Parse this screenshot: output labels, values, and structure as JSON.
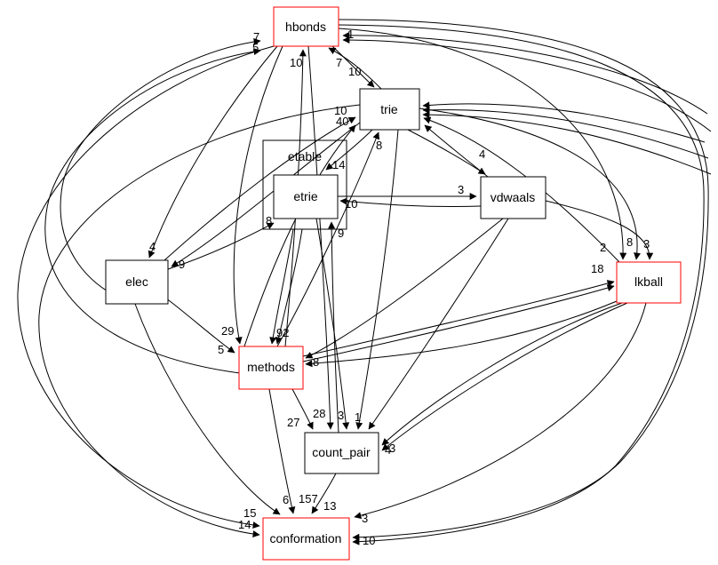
{
  "diagram": {
    "type": "dependency-graph",
    "colors": {
      "background": "#ffffff",
      "edge": "#000000",
      "highlight_border": "#ff0000",
      "normal_border": "#000000",
      "cluster_fill": "#ccccee",
      "cluster_inner_fill": "#e8e8f8"
    },
    "cluster": {
      "label": "etable"
    },
    "nodes": [
      {
        "id": "hbonds",
        "label": "hbonds",
        "border": "#ff0000"
      },
      {
        "id": "trie",
        "label": "trie",
        "border": "#000000"
      },
      {
        "id": "etrie",
        "label": "etrie",
        "border": "#000000"
      },
      {
        "id": "vdwaals",
        "label": "vdwaals",
        "border": "#000000"
      },
      {
        "id": "elec",
        "label": "elec",
        "border": "#000000"
      },
      {
        "id": "lkball",
        "label": "lkball",
        "border": "#ff0000"
      },
      {
        "id": "methods",
        "label": "methods",
        "border": "#ff0000"
      },
      {
        "id": "count_pair",
        "label": "count_pair",
        "border": "#000000"
      },
      {
        "id": "conformation",
        "label": "conformation",
        "border": "#ff0000"
      }
    ],
    "edge_labels": [
      {
        "text": "7"
      },
      {
        "text": "5"
      },
      {
        "text": "10"
      },
      {
        "text": "1"
      },
      {
        "text": "7"
      },
      {
        "text": "10"
      },
      {
        "text": "10"
      },
      {
        "text": "40"
      },
      {
        "text": "8"
      },
      {
        "text": "14"
      },
      {
        "text": "10"
      },
      {
        "text": "3"
      },
      {
        "text": "4"
      },
      {
        "text": "8"
      },
      {
        "text": "9"
      },
      {
        "text": "4"
      },
      {
        "text": "9"
      },
      {
        "text": "2"
      },
      {
        "text": "8"
      },
      {
        "text": "3"
      },
      {
        "text": "18"
      },
      {
        "text": "29"
      },
      {
        "text": "5"
      },
      {
        "text": "92"
      },
      {
        "text": "8"
      },
      {
        "text": "27"
      },
      {
        "text": "28"
      },
      {
        "text": "3"
      },
      {
        "text": "1"
      },
      {
        "text": "4"
      },
      {
        "text": "3"
      },
      {
        "text": "15"
      },
      {
        "text": "14"
      },
      {
        "text": "6"
      },
      {
        "text": "157"
      },
      {
        "text": "13"
      },
      {
        "text": "3"
      },
      {
        "text": "10"
      }
    ]
  }
}
